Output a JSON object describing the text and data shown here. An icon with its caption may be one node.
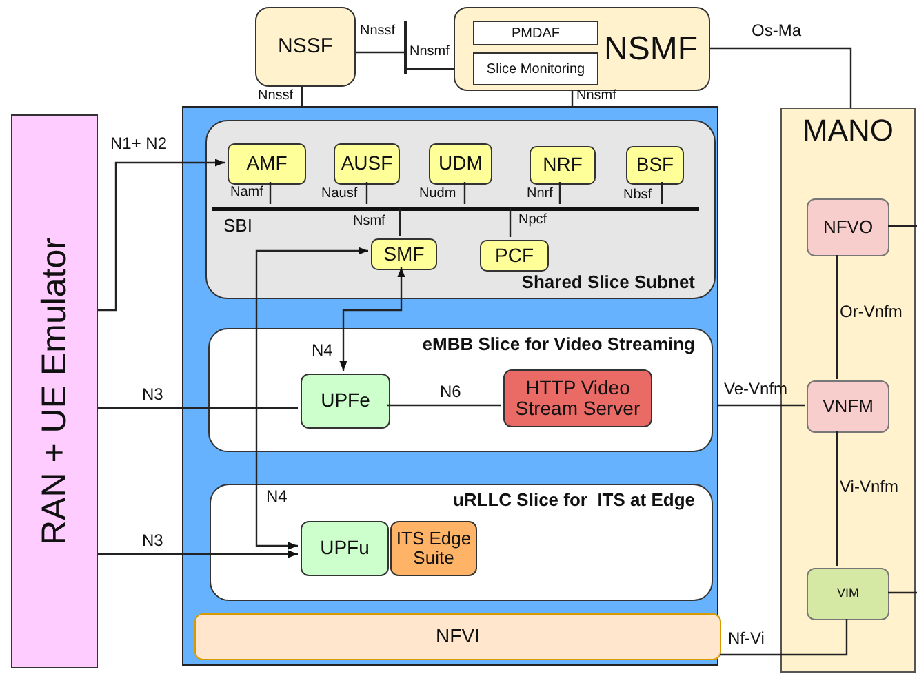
{
  "diagram": {
    "nodes": [
      {
        "text": [
          "NSSF"
        ]
      },
      {
        "text": [
          "NSMF"
        ]
      },
      {
        "text": [
          "PMDAF"
        ],
        "in": 1
      },
      {
        "text": [
          "Slice Monitoring"
        ],
        "in": 1
      },
      {
        "text": [
          "MANO"
        ]
      },
      {
        "text": [
          "NFVO"
        ],
        "in": 4
      },
      {
        "text": [
          "VNFM"
        ],
        "in": 4
      },
      {
        "text": [
          "VIM"
        ],
        "in": 4
      },
      {
        "text": [
          "RAN + UE Emulator"
        ]
      },
      {
        "text": [],
        "shape": "box"
      },
      {
        "text": [
          "Shared Slice Subnet"
        ],
        "in": 9
      },
      {
        "text": [
          "AMF"
        ],
        "in": 10
      },
      {
        "text": [
          "AUSF"
        ],
        "in": 10
      },
      {
        "text": [
          "UDM"
        ],
        "in": 10
      },
      {
        "text": [
          "NRF"
        ],
        "in": 10
      },
      {
        "text": [
          "BSF"
        ],
        "in": 10
      },
      {
        "text": [
          "SMF"
        ],
        "in": 10
      },
      {
        "text": [
          "PCF"
        ],
        "in": 10
      },
      {
        "text": [
          "SBI"
        ],
        "in": 10
      },
      {
        "text": [
          "eMBB Slice for Video Streaming"
        ],
        "in": 9
      },
      {
        "text": [
          "UPFe"
        ],
        "in": 19
      },
      {
        "text": [
          "HTTP Video Stream Server"
        ],
        "in": 19
      },
      {
        "text": [
          "uRLLC Slice for  ITS at Edge"
        ],
        "in": 9
      },
      {
        "text": [
          "UPFu"
        ],
        "in": 22
      },
      {
        "text": [
          "ITS Edge Suite"
        ],
        "in": 22
      },
      {
        "text": [
          "NFVI"
        ],
        "in": 9
      },
      {
        "text": [],
        "shape": "bar"
      }
    ],
    "edges": [
      {
        "from": 0,
        "to": 26,
        "arrow": "none",
        "label": "Nnssf"
      },
      {
        "from": 26,
        "to": 1,
        "arrow": "none",
        "label": "Nnsmf"
      },
      {
        "from": 0,
        "to": 9,
        "arrow": "none",
        "label": "Nnssf"
      },
      {
        "from": 1,
        "to": 9,
        "arrow": "none",
        "label": "Nnsmf"
      },
      {
        "from": 1,
        "to": 4,
        "arrow": "none",
        "label": "Os-Ma"
      },
      {
        "from": 8,
        "to": 11,
        "arrow": "to",
        "label": "N1+ N2"
      },
      {
        "from": 11,
        "to": 18,
        "arrow": "none",
        "label": "Namf"
      },
      {
        "from": 12,
        "to": 18,
        "arrow": "none",
        "label": "Nausf"
      },
      {
        "from": 13,
        "to": 18,
        "arrow": "none",
        "label": "Nudm"
      },
      {
        "from": 14,
        "to": 18,
        "arrow": "none",
        "label": "Nnrf"
      },
      {
        "from": 15,
        "to": 18,
        "arrow": "none",
        "label": "Nbsf"
      },
      {
        "from": 16,
        "to": 18,
        "arrow": "none",
        "label": "Nsmf"
      },
      {
        "from": 17,
        "to": 18,
        "arrow": "none",
        "label": "Npcf"
      },
      {
        "from": 16,
        "to": 20,
        "arrow": "both",
        "label": "N4"
      },
      {
        "from": 23,
        "to": 16,
        "arrow": "both",
        "label": "N4"
      },
      {
        "from": 8,
        "to": 20,
        "arrow": "none",
        "label": "N3"
      },
      {
        "from": 8,
        "to": 23,
        "arrow": "to",
        "label": "N3"
      },
      {
        "from": 20,
        "to": 21,
        "arrow": "none",
        "label": "N6"
      },
      {
        "from": 9,
        "to": 6,
        "arrow": "none",
        "label": "Ve-Vnfm"
      },
      {
        "from": 5,
        "to": 6,
        "arrow": "none",
        "label": "Or-Vnfm"
      },
      {
        "from": 6,
        "to": 7,
        "arrow": "none",
        "label": "Vi-Vnfm"
      },
      {
        "from": 7,
        "to": 25,
        "arrow": "none",
        "label": "Nf-Vi"
      },
      {
        "from": 5,
        "to": null,
        "arrow": "none"
      },
      {
        "from": 7,
        "to": null,
        "arrow": "none"
      }
    ]
  }
}
